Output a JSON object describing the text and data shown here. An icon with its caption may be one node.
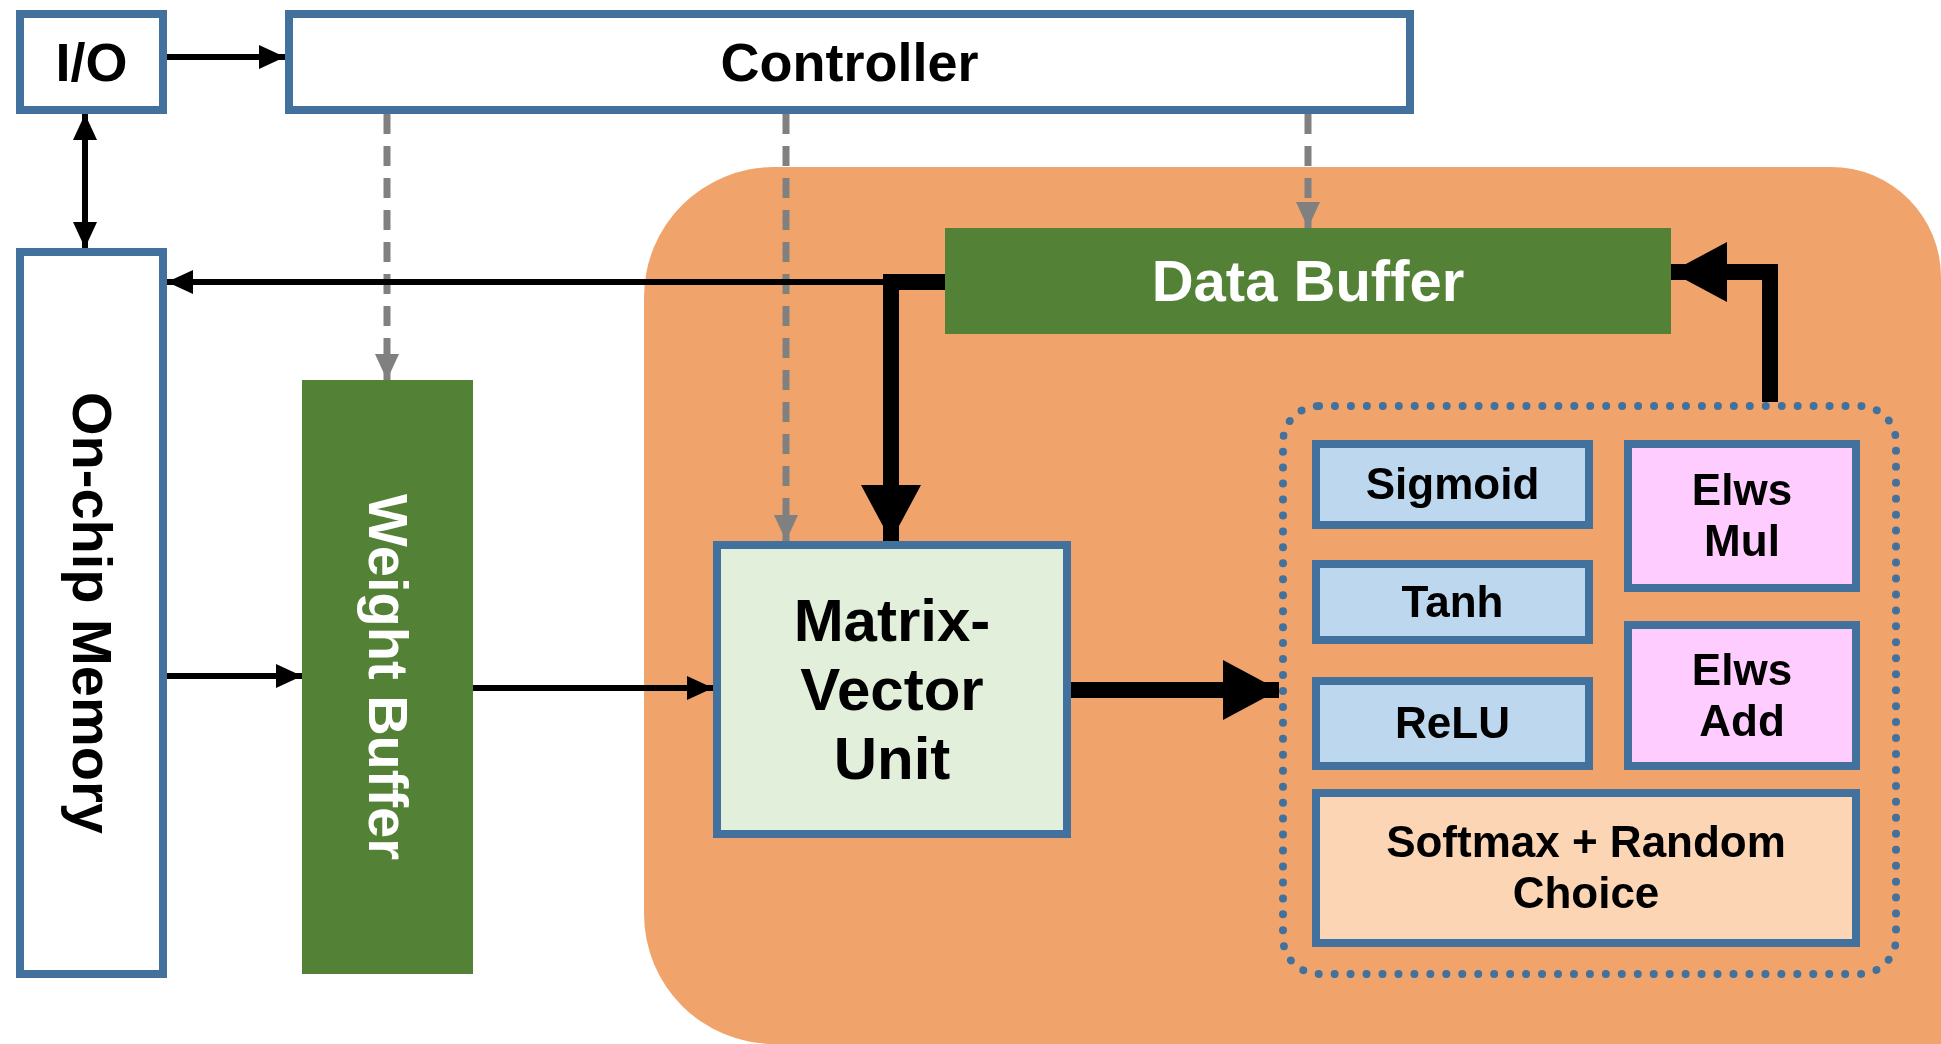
{
  "diagram": {
    "nodes": [
      {
        "text": [
          "I/O"
        ]
      },
      {
        "text": [
          "Controller"
        ]
      },
      {
        "text": [
          "On-chip Memory"
        ]
      },
      {
        "text": [
          "Weight Buffer"
        ]
      },
      {
        "text": [],
        "shape": "box"
      },
      {
        "text": [
          "Data Buffer"
        ],
        "in": 4
      },
      {
        "text": [
          "Matrix-Vector Unit"
        ],
        "in": 4
      },
      {
        "text": [],
        "shape": "box",
        "in": 4
      },
      {
        "text": [
          "Sigmoid"
        ],
        "in": 7
      },
      {
        "text": [
          "Elws Mul"
        ],
        "in": 7
      },
      {
        "text": [
          "Tanh"
        ],
        "in": 7
      },
      {
        "text": [
          "Elws Add"
        ],
        "in": 7
      },
      {
        "text": [
          "ReLU"
        ],
        "in": 7
      },
      {
        "text": [
          "Softmax + Random Choice"
        ],
        "in": 7
      }
    ],
    "edges": [
      {
        "from": 0,
        "to": 1,
        "arrow": "to"
      },
      {
        "from": 0,
        "to": 2,
        "arrow": "both"
      },
      {
        "from": 1,
        "to": 3,
        "arrow": "to",
        "style": "dashed",
        "color": "#808080"
      },
      {
        "from": 1,
        "to": 6,
        "arrow": "to",
        "style": "dashed",
        "color": "#808080"
      },
      {
        "from": 1,
        "to": 5,
        "arrow": "to",
        "style": "dashed",
        "color": "#808080"
      },
      {
        "from": 5,
        "to": 2,
        "arrow": "to"
      },
      {
        "from": 5,
        "to": 6,
        "arrow": "to",
        "style": "thick"
      },
      {
        "from": 2,
        "to": 3,
        "arrow": "to"
      },
      {
        "from": 3,
        "to": 6,
        "arrow": "to"
      },
      {
        "from": 6,
        "to": 7,
        "arrow": "to",
        "style": "thick"
      },
      {
        "from": 7,
        "to": 5,
        "arrow": "to",
        "style": "thick"
      }
    ]
  }
}
